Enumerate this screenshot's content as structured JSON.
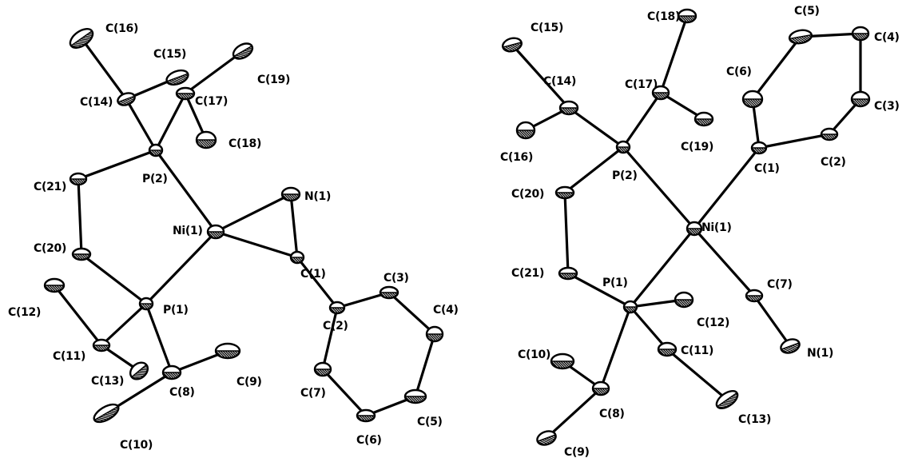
{
  "figure": {
    "panels": [
      {
        "id": "left",
        "atoms": [
          {
            "name": "C16a",
            "label": "C(16)"
          },
          {
            "name": "C15a",
            "label": "C(15)"
          },
          {
            "name": "C19a",
            "label": "C(19)"
          },
          {
            "name": "C14a",
            "label": "C(14)"
          },
          {
            "name": "C17a",
            "label": "C(17)"
          },
          {
            "name": "C18a",
            "label": "C(18)"
          },
          {
            "name": "P2a",
            "label": "P(2)"
          },
          {
            "name": "C21a",
            "label": "C(21)"
          },
          {
            "name": "N1a",
            "label": "N(1)"
          },
          {
            "name": "Ni1a",
            "label": "Ni(1)"
          },
          {
            "name": "C1a",
            "label": "C(1)"
          },
          {
            "name": "C20a",
            "label": "C(20)"
          },
          {
            "name": "C3a",
            "label": "C(3)"
          },
          {
            "name": "C12a",
            "label": "C(12)"
          },
          {
            "name": "P1a",
            "label": "P(1)"
          },
          {
            "name": "C2a",
            "label": "C(2)"
          },
          {
            "name": "C4a",
            "label": "C(4)"
          },
          {
            "name": "C11a",
            "label": "C(11)"
          },
          {
            "name": "C13a",
            "label": "C(13)"
          },
          {
            "name": "C8a",
            "label": "C(8)"
          },
          {
            "name": "C9a",
            "label": "C(9)"
          },
          {
            "name": "C7a",
            "label": "C(7)"
          },
          {
            "name": "C10a",
            "label": "C(10)"
          },
          {
            "name": "C6a",
            "label": "C(6)"
          },
          {
            "name": "C5a",
            "label": "C(5)"
          }
        ]
      },
      {
        "id": "right",
        "atoms": [
          {
            "name": "C15b",
            "label": "C(15)"
          },
          {
            "name": "C18b",
            "label": "C(18)"
          },
          {
            "name": "C5b",
            "label": "C(5)"
          },
          {
            "name": "C4b",
            "label": "C(4)"
          },
          {
            "name": "C14b",
            "label": "C(14)"
          },
          {
            "name": "C17b",
            "label": "C(17)"
          },
          {
            "name": "C6b",
            "label": "C(6)"
          },
          {
            "name": "C3b",
            "label": "C(3)"
          },
          {
            "name": "C16b",
            "label": "C(16)"
          },
          {
            "name": "C19b",
            "label": "C(19)"
          },
          {
            "name": "P2b",
            "label": "P(2)"
          },
          {
            "name": "C1b",
            "label": "C(1)"
          },
          {
            "name": "C2b",
            "label": "C(2)"
          },
          {
            "name": "C20b",
            "label": "C(20)"
          },
          {
            "name": "Ni1b",
            "label": "Ni(1)"
          },
          {
            "name": "C21b",
            "label": "C(21)"
          },
          {
            "name": "P1b",
            "label": "P(1)"
          },
          {
            "name": "C7b",
            "label": "C(7)"
          },
          {
            "name": "C12b",
            "label": "C(12)"
          },
          {
            "name": "C11b",
            "label": "C(11)"
          },
          {
            "name": "N1b",
            "label": "N(1)"
          },
          {
            "name": "C10b",
            "label": "C(10)"
          },
          {
            "name": "C8b",
            "label": "C(8)"
          },
          {
            "name": "C13b",
            "label": "C(13)"
          },
          {
            "name": "C9b",
            "label": "C(9)"
          }
        ]
      }
    ]
  }
}
